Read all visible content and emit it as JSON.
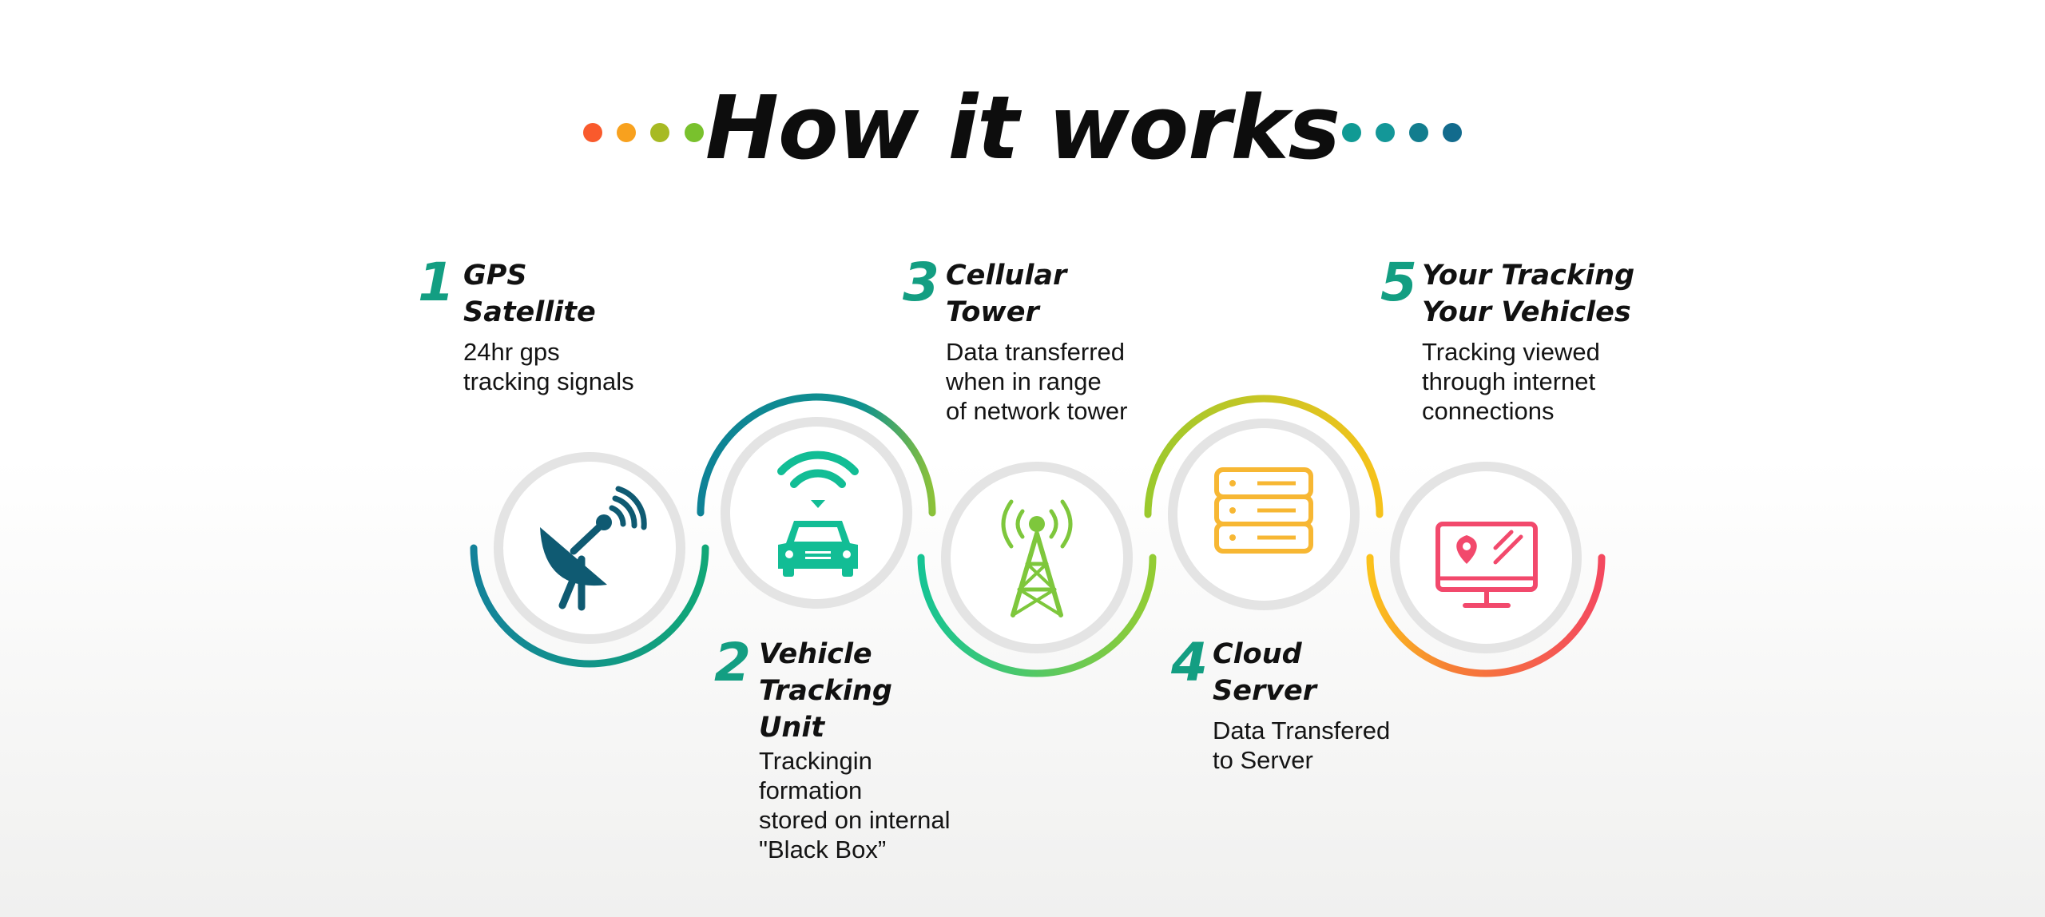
{
  "title": "How it works",
  "colors": {
    "dots_left": [
      "#f95a2c",
      "#f8a11e",
      "#a7ba23",
      "#79c12d"
    ],
    "dots_right": [
      "#109a94",
      "#139798",
      "#127d8e",
      "#126b8d"
    ],
    "step_number": "#139e82"
  },
  "steps": [
    {
      "number": "1",
      "title_lines": [
        "GPS",
        "Satellite"
      ],
      "desc_lines": [
        "24hr gps",
        "tracking signals"
      ],
      "icon": "satellite-dish-icon",
      "icon_color": "#0f5a72",
      "arc_colors": [
        "#13829a",
        "#11a777"
      ]
    },
    {
      "number": "2",
      "title_lines": [
        "Vehicle",
        "Tracking",
        "Unit"
      ],
      "desc_lines": [
        "Trackingin",
        "formation",
        "stored on internal",
        "\"Black Box”"
      ],
      "icon": "car-wifi-icon",
      "icon_color": "#12bd95",
      "arc_colors": [
        "#0e8296",
        "#8bc13a"
      ]
    },
    {
      "number": "3",
      "title_lines": [
        "Cellular",
        "Tower"
      ],
      "desc_lines": [
        "Data transferred",
        "when in range",
        "of network tower"
      ],
      "icon": "cell-tower-icon",
      "icon_color": "#7ec73c",
      "arc_colors": [
        "#16c494",
        "#93cc34"
      ]
    },
    {
      "number": "4",
      "title_lines": [
        "Cloud",
        "Server"
      ],
      "desc_lines": [
        "Data Transfered",
        "to Server"
      ],
      "icon": "server-icon",
      "icon_color": "#f7b733",
      "arc_colors": [
        "#9bc92d",
        "#f6c21b"
      ]
    },
    {
      "number": "5",
      "title_lines": [
        "Your Tracking",
        "Your Vehicles"
      ],
      "desc_lines": [
        "Tracking viewed",
        "through internet",
        "connections"
      ],
      "icon": "monitor-location-icon",
      "icon_color": "#f2496c",
      "arc_colors": [
        "#fbc21c",
        "#f4495f"
      ]
    }
  ]
}
